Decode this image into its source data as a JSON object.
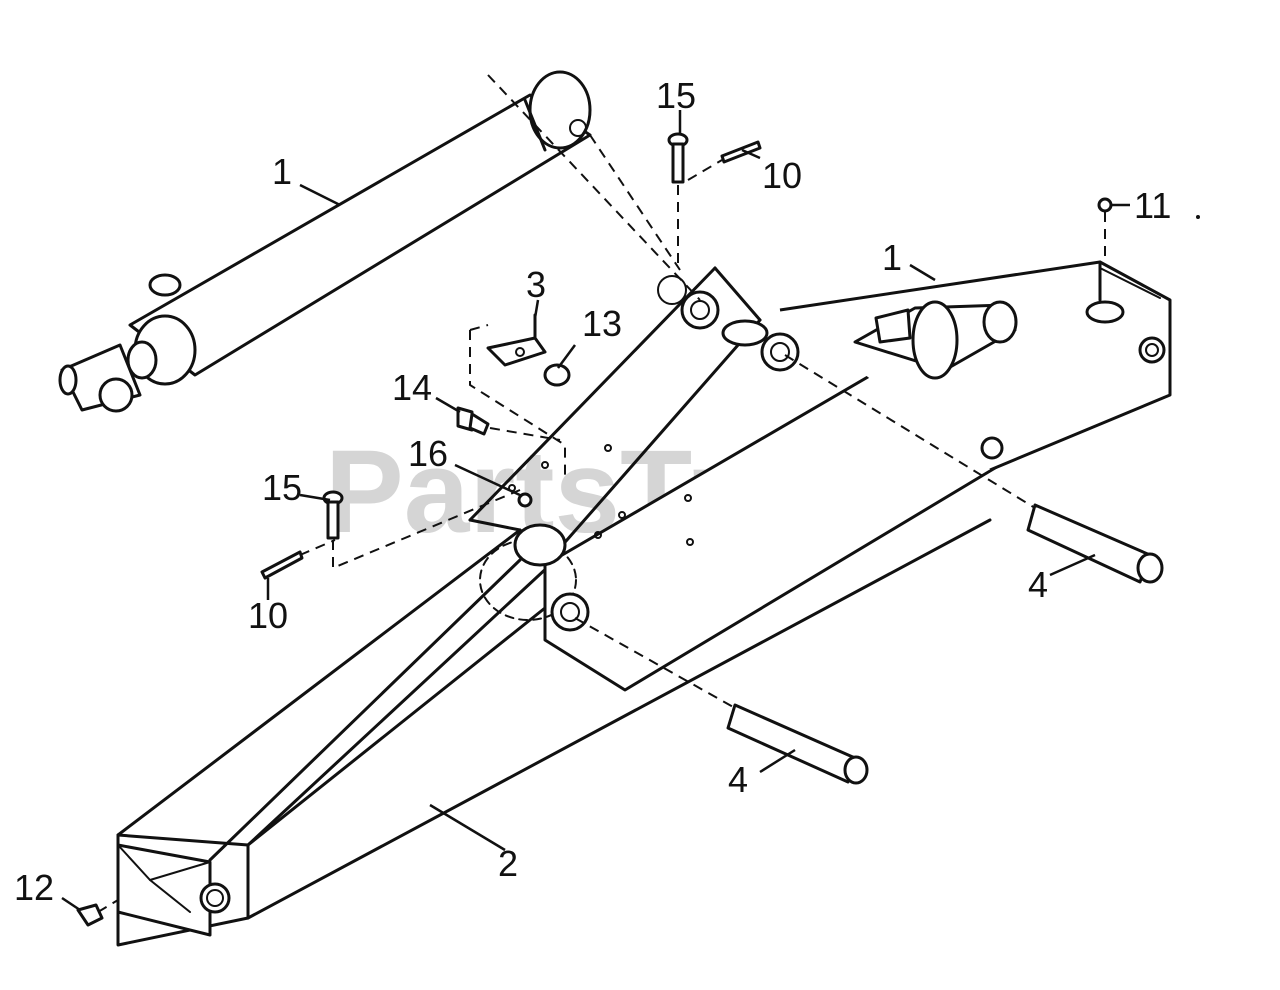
{
  "watermark": {
    "text": "PartsTree",
    "mark": "™"
  },
  "callouts": {
    "c1a": "1",
    "c1b": "1",
    "c2": "2",
    "c3": "3",
    "c4a": "4",
    "c4b": "4",
    "c10a": "10",
    "c10b": "10",
    "c11": "11",
    "c12": "12",
    "c13": "13",
    "c14": "14",
    "c15a": "15",
    "c15b": "15",
    "c16": "16"
  }
}
